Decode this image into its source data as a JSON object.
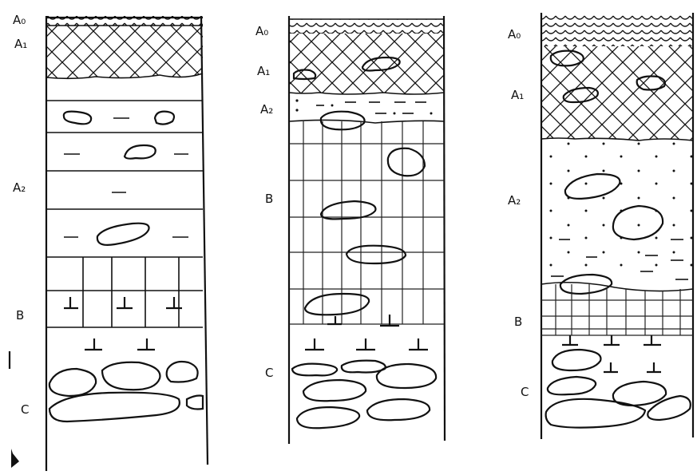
{
  "diagram": {
    "profile_left": {
      "labels": [
        "A₀",
        "A₁",
        "A₂",
        "B",
        "C"
      ]
    },
    "profile_middle": {
      "labels": [
        "A₀",
        "A₁",
        "A₂",
        "B",
        "C"
      ]
    },
    "profile_right": {
      "labels": [
        "A₀",
        "A₁",
        "A₂",
        "B",
        "C"
      ]
    }
  }
}
